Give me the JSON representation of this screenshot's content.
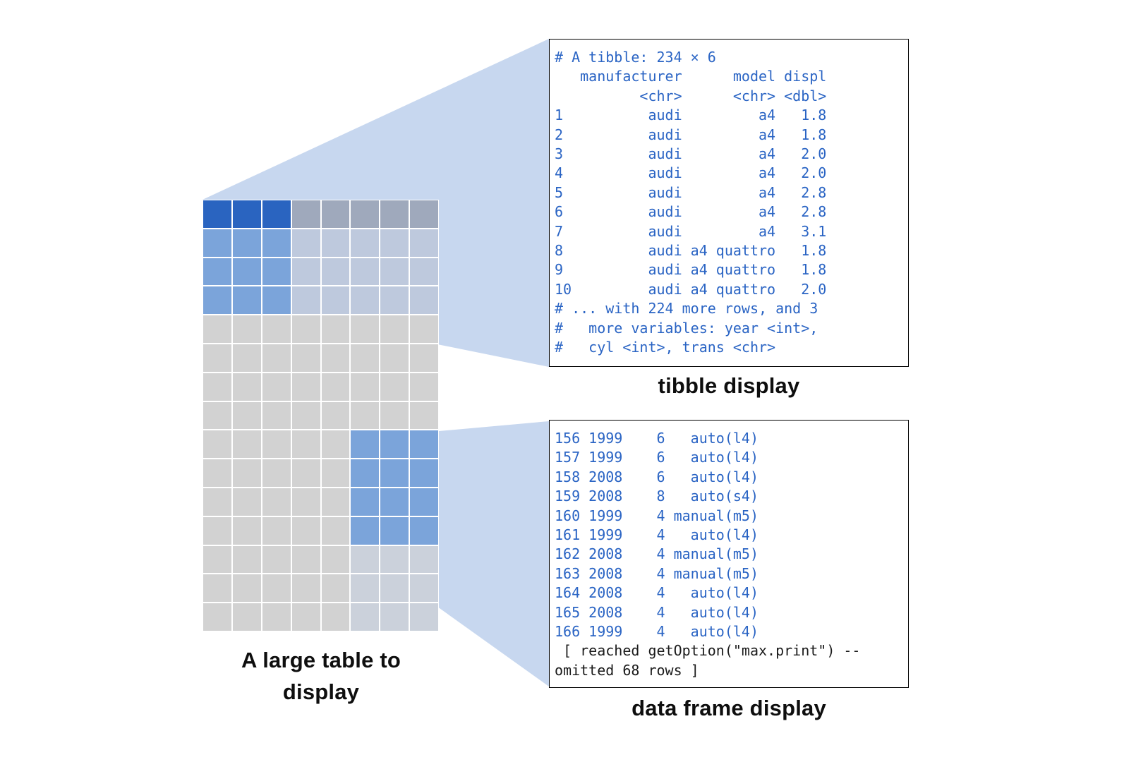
{
  "colors": {
    "code_blue": "#2a64c4",
    "code_black": "#1b1b1b",
    "fan_blue": "#c7d7ef",
    "cell_dark_blue": "#2a64c0",
    "cell_header_gray": "#9fa9bc",
    "cell_mid_blue": "#7ba4da",
    "cell_light_blue": "#bec9dd",
    "cell_gray": "#d2d2d2",
    "cell_tinted_gray": "#cbd1db"
  },
  "table_graphic": {
    "cols": 8,
    "rows": 15,
    "caption_lines": [
      "A large table to",
      "display"
    ],
    "regions": [
      {
        "name": "header-selected",
        "r0": 0,
        "r1": 0,
        "c0": 0,
        "c1": 2,
        "color": "cell_dark_blue"
      },
      {
        "name": "header-rest",
        "r0": 0,
        "r1": 0,
        "c0": 3,
        "c1": 7,
        "color": "cell_header_gray"
      },
      {
        "name": "body-selected",
        "r0": 1,
        "r1": 3,
        "c0": 0,
        "c1": 2,
        "color": "cell_mid_blue"
      },
      {
        "name": "body-tinted",
        "r0": 1,
        "r1": 3,
        "c0": 3,
        "c1": 7,
        "color": "cell_light_blue"
      },
      {
        "name": "body-gray",
        "r0": 4,
        "r1": 14,
        "c0": 0,
        "c1": 7,
        "color": "cell_gray"
      },
      {
        "name": "frame-window",
        "r0": 8,
        "r1": 11,
        "c0": 5,
        "c1": 7,
        "color": "cell_mid_blue"
      },
      {
        "name": "below-window-tint",
        "r0": 12,
        "r1": 14,
        "c0": 5,
        "c1": 7,
        "color": "cell_tinted_gray"
      }
    ]
  },
  "tibble_panel": {
    "caption": "tibble display",
    "lines": [
      "# A tibble: 234 × 6",
      "   manufacturer      model displ",
      "          <chr>      <chr> <dbl>",
      "1          audi         a4   1.8",
      "2          audi         a4   1.8",
      "3          audi         a4   2.0",
      "4          audi         a4   2.0",
      "5          audi         a4   2.8",
      "6          audi         a4   2.8",
      "7          audi         a4   3.1",
      "8          audi a4 quattro   1.8",
      "9          audi a4 quattro   1.8",
      "10         audi a4 quattro   2.0",
      "# ... with 224 more rows, and 3",
      "#   more variables: year <int>,",
      "#   cyl <int>, trans <chr>"
    ]
  },
  "dataframe_panel": {
    "caption": "data frame display",
    "lines": [
      "156 1999    6   auto(l4)",
      "157 1999    6   auto(l4)",
      "158 2008    6   auto(l4)",
      "159 2008    8   auto(s4)",
      "160 1999    4 manual(m5)",
      "161 1999    4   auto(l4)",
      "162 2008    4 manual(m5)",
      "163 2008    4 manual(m5)",
      "164 2008    4   auto(l4)",
      "165 2008    4   auto(l4)",
      "166 1999    4   auto(l4)"
    ],
    "footer_lines": [
      " [ reached getOption(\"max.print\") --",
      "omitted 68 rows ]"
    ]
  }
}
